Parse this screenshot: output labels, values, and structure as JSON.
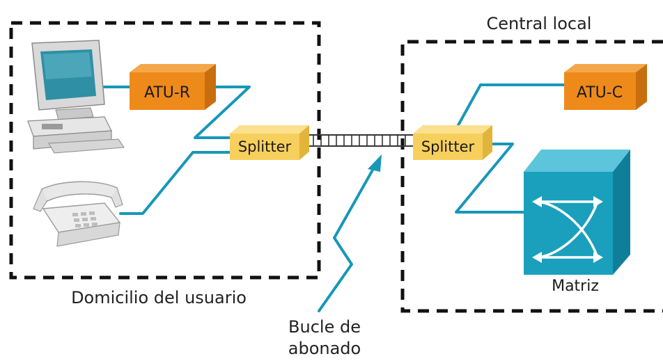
{
  "labels": {
    "central": "Central local",
    "domicilio": "Domicilio del usuario",
    "atu_r": "ATU-R",
    "atu_c": "ATU-C",
    "splitter_left": "Splitter",
    "splitter_right": "Splitter",
    "matriz": "Matriz",
    "bucle_line1": "Bucle de",
    "bucle_line2": "abonado"
  },
  "colors": {
    "wire": "#1797b8",
    "orange_box": "#ee8a1a",
    "yellow_box": "#f7cf5c",
    "matrix": "#1aa0bd",
    "dash": "#111111"
  },
  "icons": [
    "computer-icon",
    "telephone-icon",
    "matrix-switch-icon"
  ]
}
